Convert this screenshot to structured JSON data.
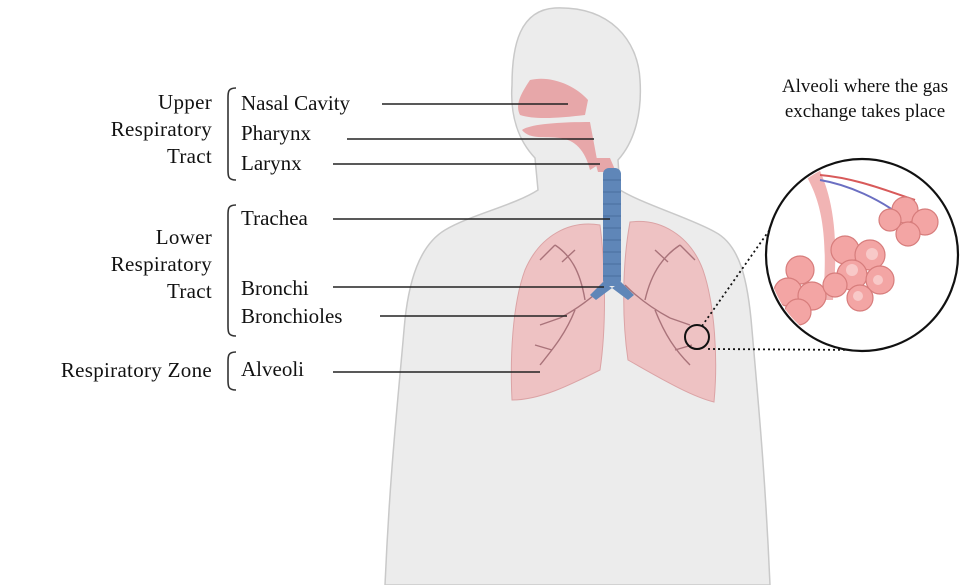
{
  "groups": [
    {
      "label": "Upper\nRespiratory\nTract",
      "parts": [
        "Nasal Cavity",
        "Pharynx",
        "Larynx"
      ]
    },
    {
      "label": "Lower\nRespiratory\nTract",
      "parts": [
        "Trachea",
        "Bronchi",
        "Bronchioles"
      ]
    },
    {
      "label": "Respiratory Zone",
      "parts": [
        "Alveoli"
      ]
    }
  ],
  "inset": {
    "caption": "Alveoli where the gas exchange takes place"
  },
  "colors": {
    "body": "#ececec",
    "body_outline": "#c9c9c9",
    "airway": "#e7a7a9",
    "lungs": "#eec2c3",
    "trachea": "#5f86b8",
    "alveoli": "#ef9c9a",
    "leader_line": "#222222"
  }
}
